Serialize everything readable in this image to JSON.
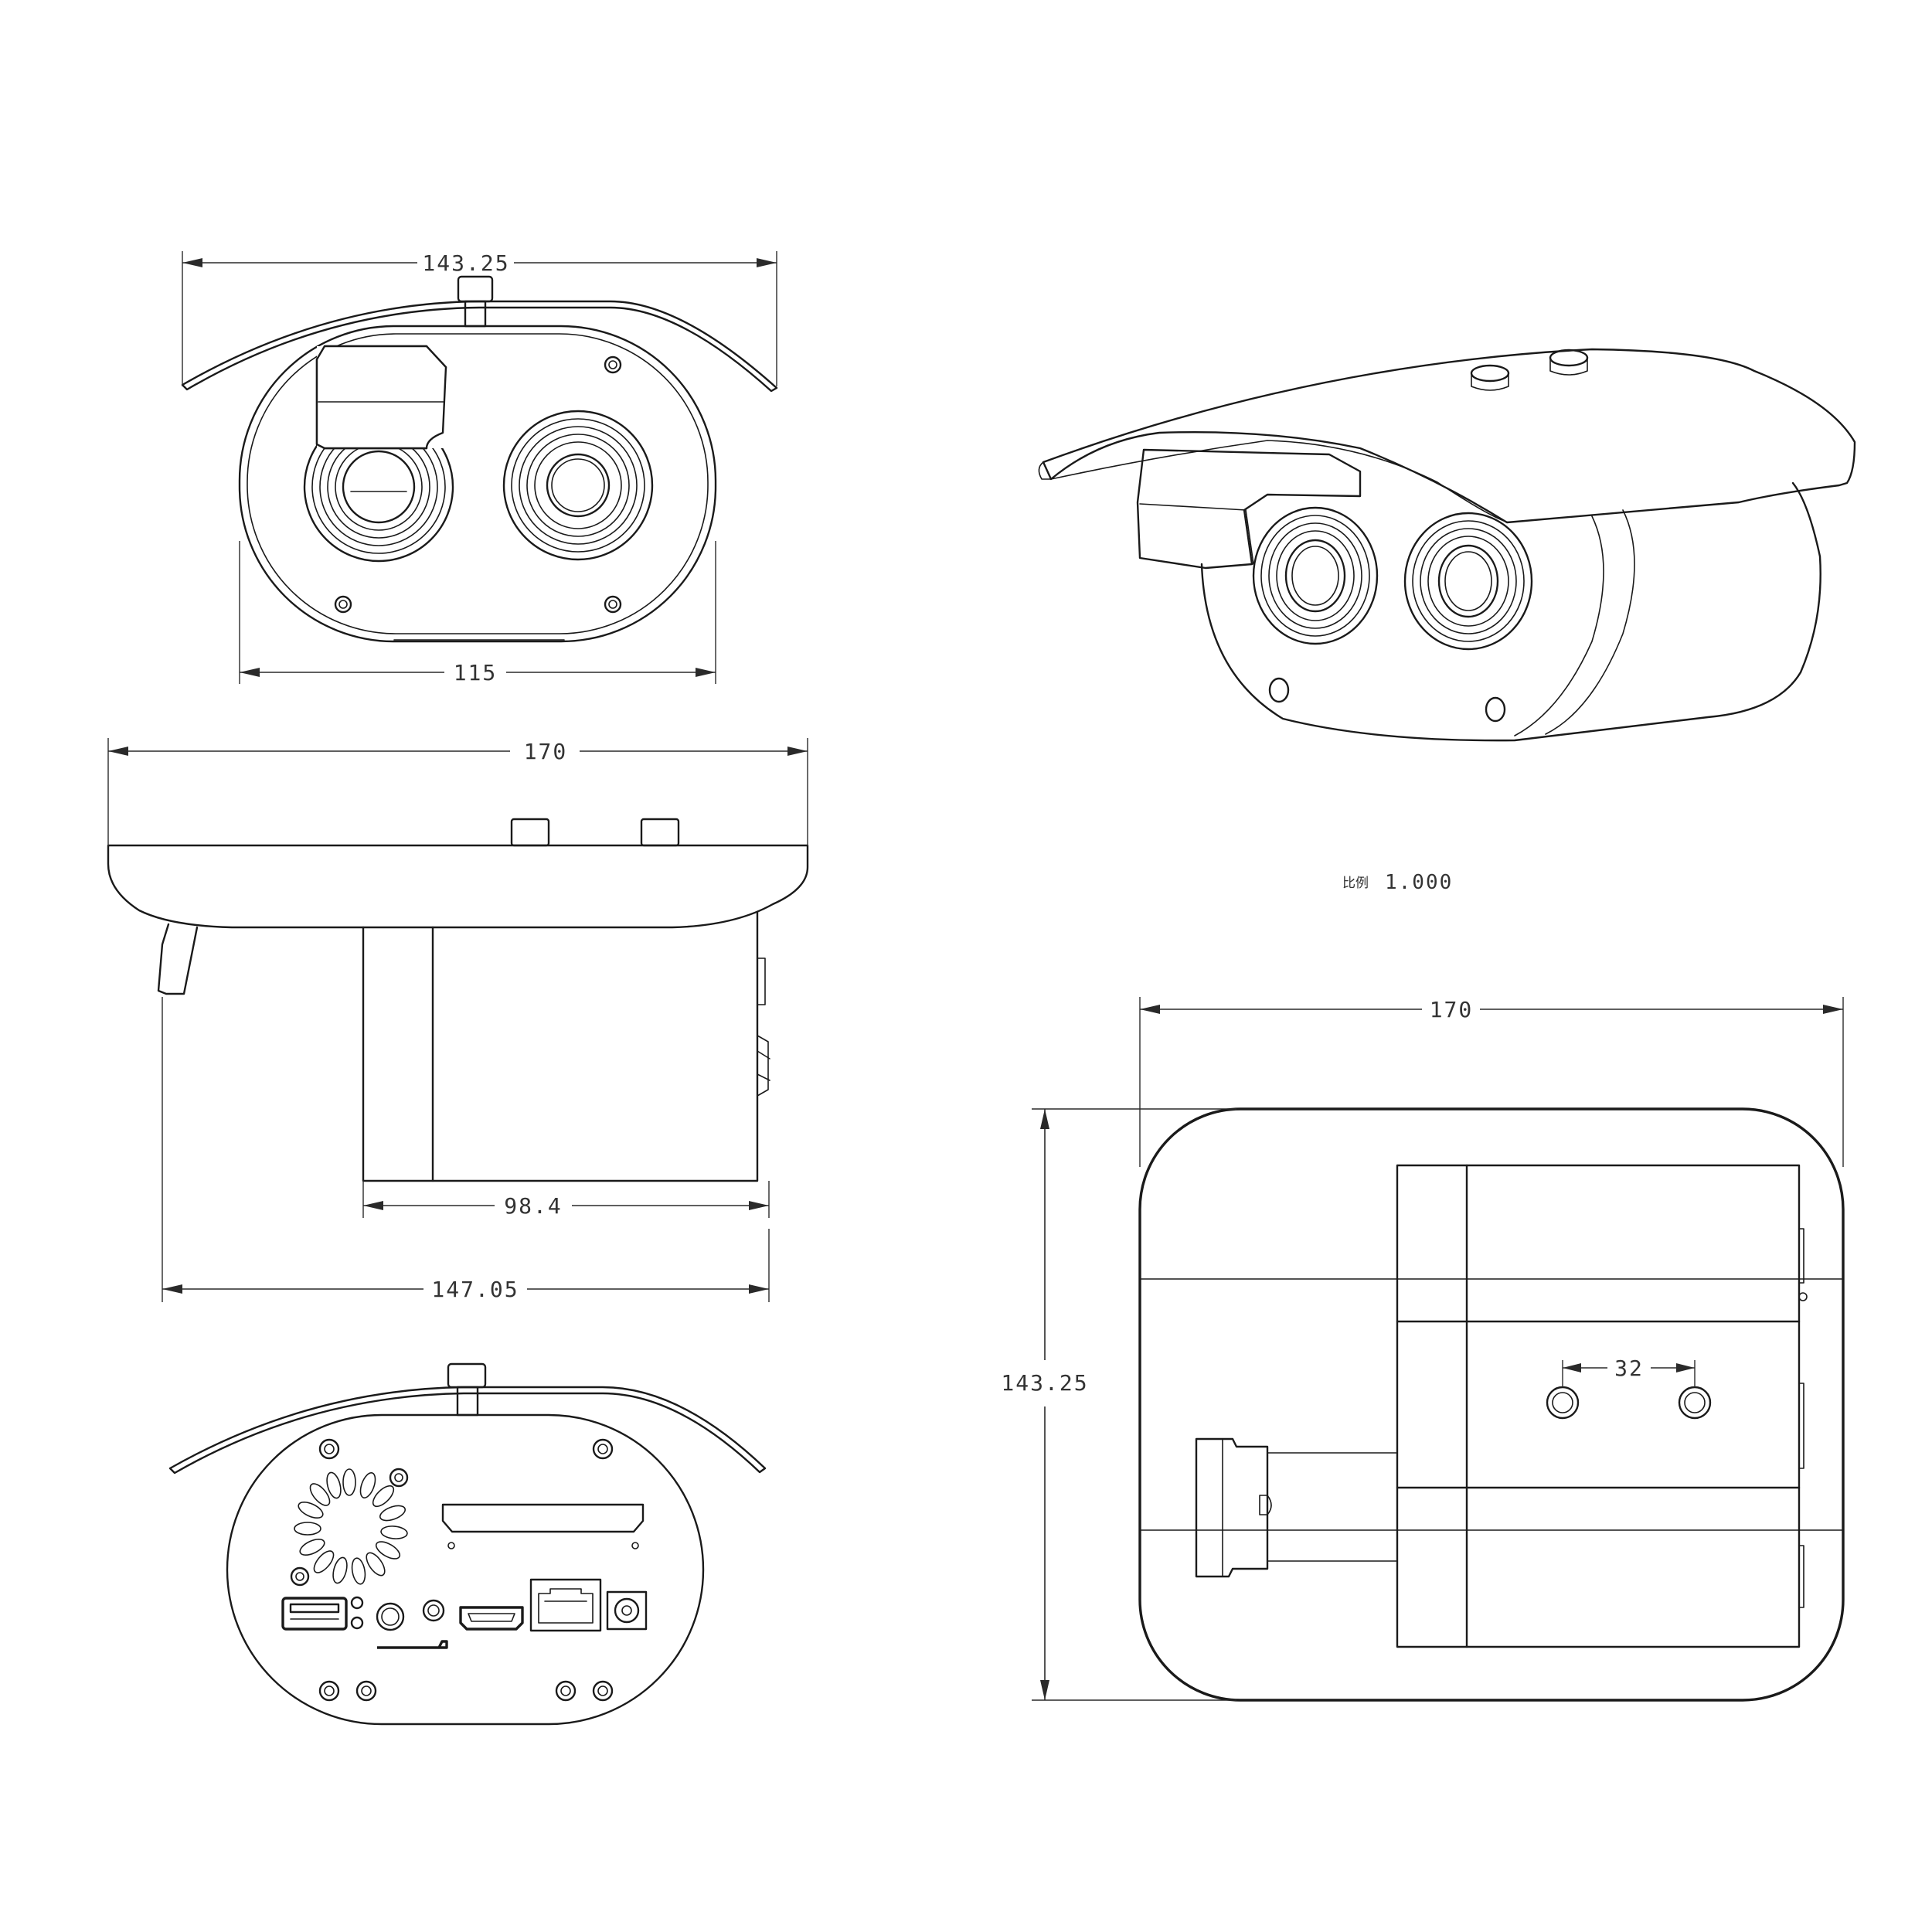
{
  "dimensions": {
    "front_width_top": "143.25",
    "front_width_bottom": "115",
    "side_total_length": "170",
    "side_body_length": "98.4",
    "side_overall_length": "147.05",
    "top_total_length": "170",
    "top_height": "143.25",
    "mount_spacing": "32"
  },
  "scale": {
    "label": "比例",
    "value": "1.000"
  }
}
